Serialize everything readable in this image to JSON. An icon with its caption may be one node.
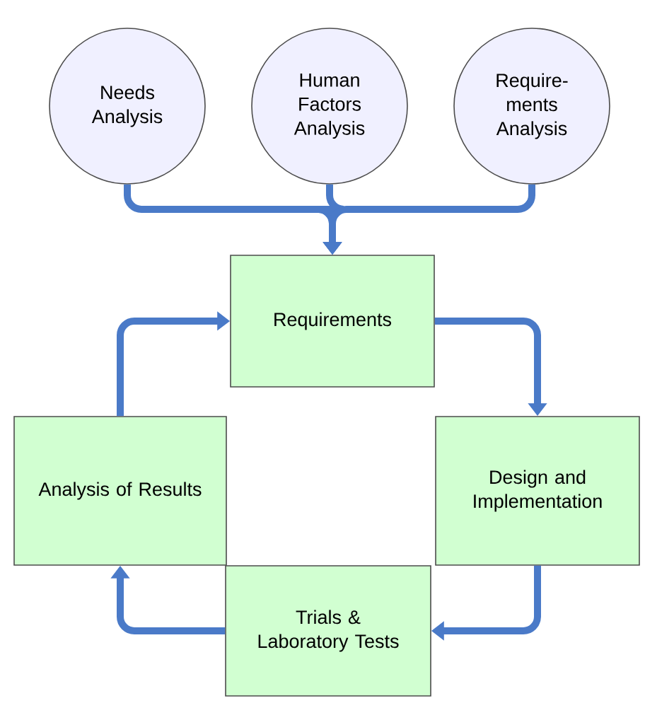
{
  "diagram": {
    "nodes": [
      {
        "text": [
          "Needs Analysis"
        ]
      },
      {
        "text": [
          "Human Factors Analysis"
        ]
      },
      {
        "text": [
          "Require-ments Analysis"
        ]
      },
      {
        "text": [
          "Requirements"
        ]
      },
      {
        "text": [
          "Design and Implementation"
        ]
      },
      {
        "text": [
          "Trials & Laboratory Tests"
        ]
      },
      {
        "text": [
          "Analysis of Results"
        ]
      }
    ],
    "edges": [
      {
        "from": 0,
        "to": 3,
        "arrow": "to"
      },
      {
        "from": 1,
        "to": 3,
        "arrow": "to"
      },
      {
        "from": 2,
        "to": 3,
        "arrow": "to"
      },
      {
        "from": 3,
        "to": 4,
        "arrow": "to"
      },
      {
        "from": 4,
        "to": 5,
        "arrow": "to"
      },
      {
        "from": 5,
        "to": 6,
        "arrow": "to"
      },
      {
        "from": 6,
        "to": 3,
        "arrow": "to"
      }
    ]
  }
}
